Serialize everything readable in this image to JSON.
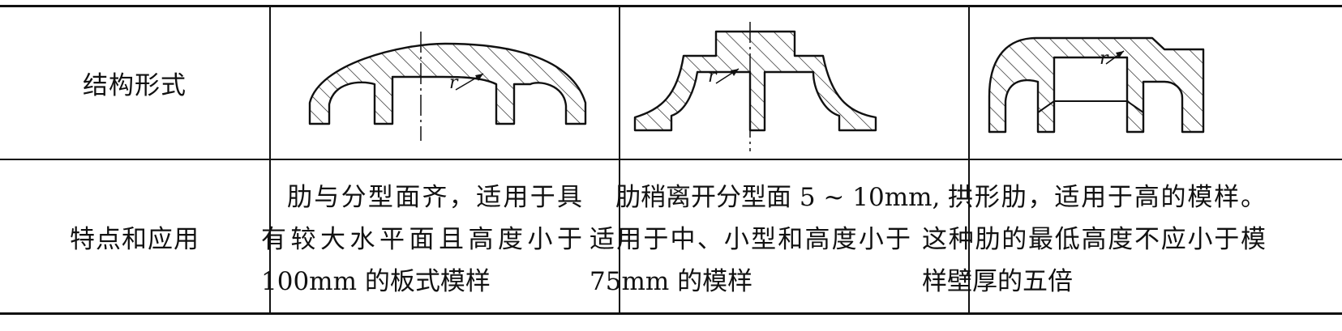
{
  "rows": {
    "structure_label": "结构形式",
    "features_label": "特点和应用"
  },
  "figures": {
    "radius_label": "r"
  },
  "columns": [
    {
      "lines": [
        "肋与分型面齐，适用于具",
        "有较大水平面且高度小于",
        "100mm 的板式模样"
      ]
    },
    {
      "lines": [
        "肋稍离开分型面 5 ~ 10mm,",
        "适用于中、小型和高度小于",
        "75mm 的模样"
      ]
    },
    {
      "lines": [
        "拱形肋，适用于高的模样。",
        "这种肋的最低高度不应小于模",
        "样壁厚的五倍"
      ]
    }
  ]
}
